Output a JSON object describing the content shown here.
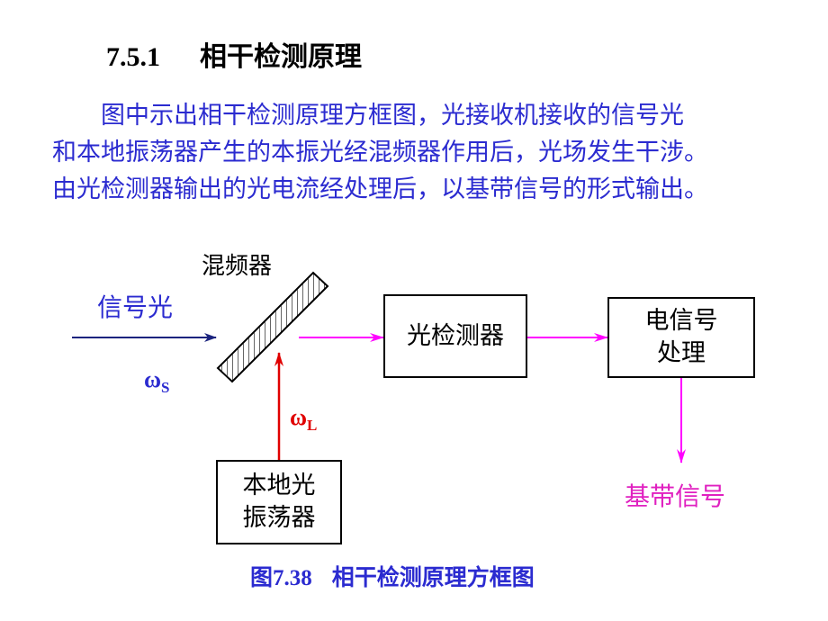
{
  "heading": {
    "number": "7.5.1",
    "title": "相干检测原理"
  },
  "paragraph": {
    "lines": [
      "图中示出相干检测原理方框图，光接收机接收的信号光",
      "和本地振荡器产生的本振光经混频器作用后，光场发生干涉。",
      "由光检测器输出的光电流经处理后，以基带信号的形式输出。"
    ]
  },
  "diagram": {
    "signal_light_label": "信号光",
    "omega_s": {
      "symbol": "ω",
      "sub": "S"
    },
    "mixer_label": "混频器",
    "omega_l": {
      "symbol": "ω",
      "sub": "L"
    },
    "local_oscillator": {
      "line1": "本地光",
      "line2": "振荡器"
    },
    "photodetector": "光检测器",
    "signal_processing": {
      "line1": "电信号",
      "line2": "处理"
    },
    "baseband_output": "基带信号",
    "colors": {
      "signal_arrow": "#1a237e",
      "mixer_output_arrow": "#ff00ff",
      "lo_arrow": "#e00000",
      "text_blue": "#2b2bd0",
      "omega_l_red": "#e00000",
      "baseband_magenta": "#e020c0"
    }
  },
  "caption": {
    "figure_number": "图7.38",
    "text": "相干检测原理方框图"
  }
}
